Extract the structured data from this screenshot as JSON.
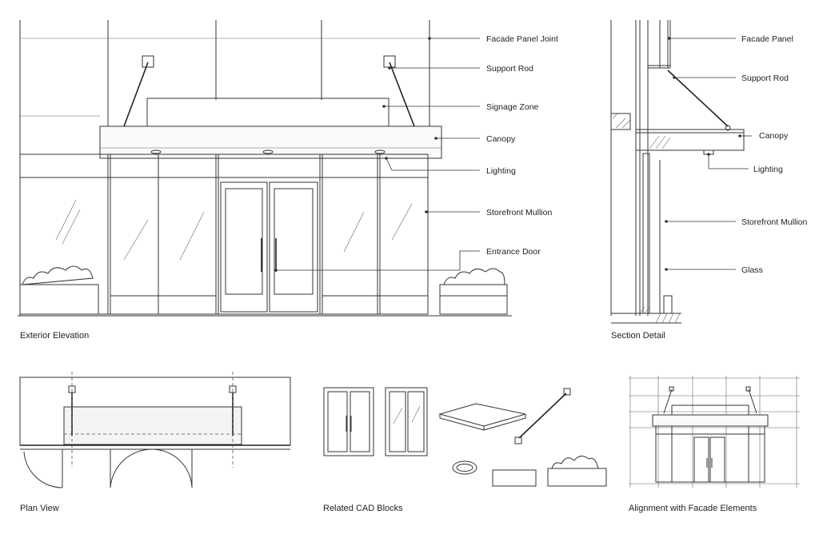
{
  "elevation": {
    "caption": "Exterior Elevation",
    "callouts": [
      "Facade Panel Joint",
      "Support Rod",
      "Signage Zone",
      "Canopy",
      "Lighting",
      "Storefront Mullion",
      "Entrance Door"
    ]
  },
  "section": {
    "caption": "Section Detail",
    "callouts": [
      "Facade Panel",
      "Support Rod",
      "Canopy",
      "Lighting",
      "Storefront Mullion",
      "Glass"
    ]
  },
  "plan": {
    "caption": "Plan View"
  },
  "blocks": {
    "caption": "Related CAD Blocks"
  },
  "alignment": {
    "caption": "Alignment with Facade Elements"
  }
}
